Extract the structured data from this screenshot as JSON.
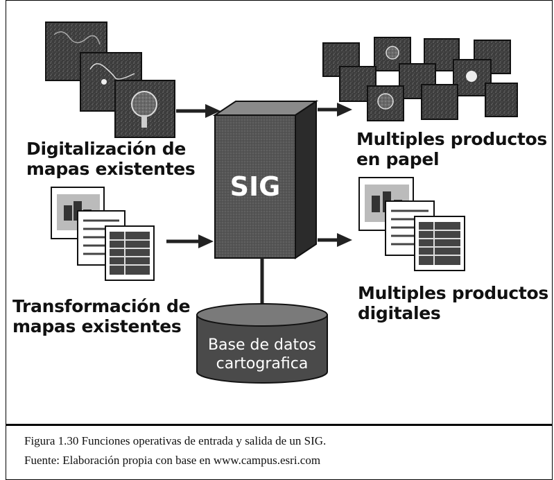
{
  "diagram": {
    "center_label": "SIG",
    "inputs": [
      {
        "id": "in-digitalizacion",
        "line1": "Digitalización de",
        "line2": "mapas existentes"
      },
      {
        "id": "in-transformacion",
        "line1": "Transformación de",
        "line2": "mapas existentes"
      }
    ],
    "outputs": [
      {
        "id": "out-papel",
        "line1": "Multiples productos",
        "line2": "en papel"
      },
      {
        "id": "out-digitales",
        "line1": "Multiples productos",
        "line2": "digitales"
      }
    ],
    "database": {
      "line1": "Base de datos",
      "line2": "cartografica"
    }
  },
  "caption": {
    "line1": "Figura 1.30 Funciones operativas de entrada y salida de un SIG.",
    "line2": "Fuente: Elaboración propia con base en www.campus.esri.com"
  },
  "colors": {
    "server_front": "#5a5a5a",
    "server_side": "#2b2b2b",
    "server_top": "#8a8a8a",
    "db_body": "#4a4a4a",
    "db_top": "#7a7a7a",
    "map_bg": "#3a3a3a",
    "arrow": "#222222"
  }
}
